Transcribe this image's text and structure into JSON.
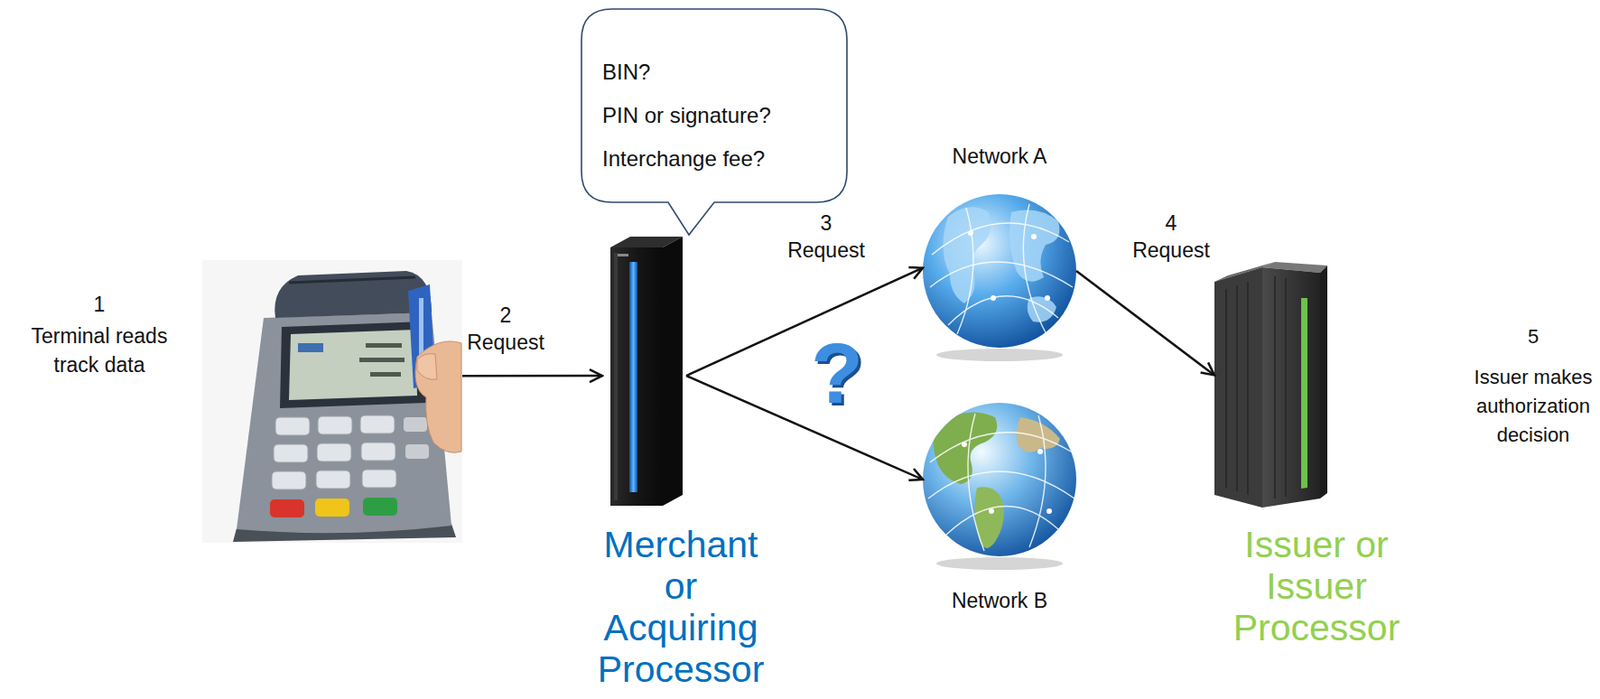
{
  "diagram": {
    "nodes": [
      {
        "text": [
          "1",
          "Terminal reads track data"
        ]
      },
      {
        "text": [
          "BIN?",
          "PIN or signature?",
          "Interchange fee?"
        ]
      },
      {
        "text": [
          "Merchant or Acquiring Processor"
        ]
      },
      {
        "text": [
          "Network A"
        ]
      },
      {
        "text": [
          "Network B"
        ]
      },
      {
        "text": [
          "Issuer or Issuer Processor",
          "5",
          "Issuer makes authorization decision"
        ]
      }
    ],
    "edges": [
      {
        "from": 0,
        "to": 2,
        "arrow": "to",
        "label": "2 Request"
      },
      {
        "from": 2,
        "to": 3,
        "arrow": "to",
        "label": "3 Request"
      },
      {
        "from": 2,
        "to": 4,
        "arrow": "to"
      },
      {
        "from": 3,
        "to": 5,
        "arrow": "to",
        "label": "4 Request"
      }
    ],
    "labels": [
      "?"
    ]
  }
}
